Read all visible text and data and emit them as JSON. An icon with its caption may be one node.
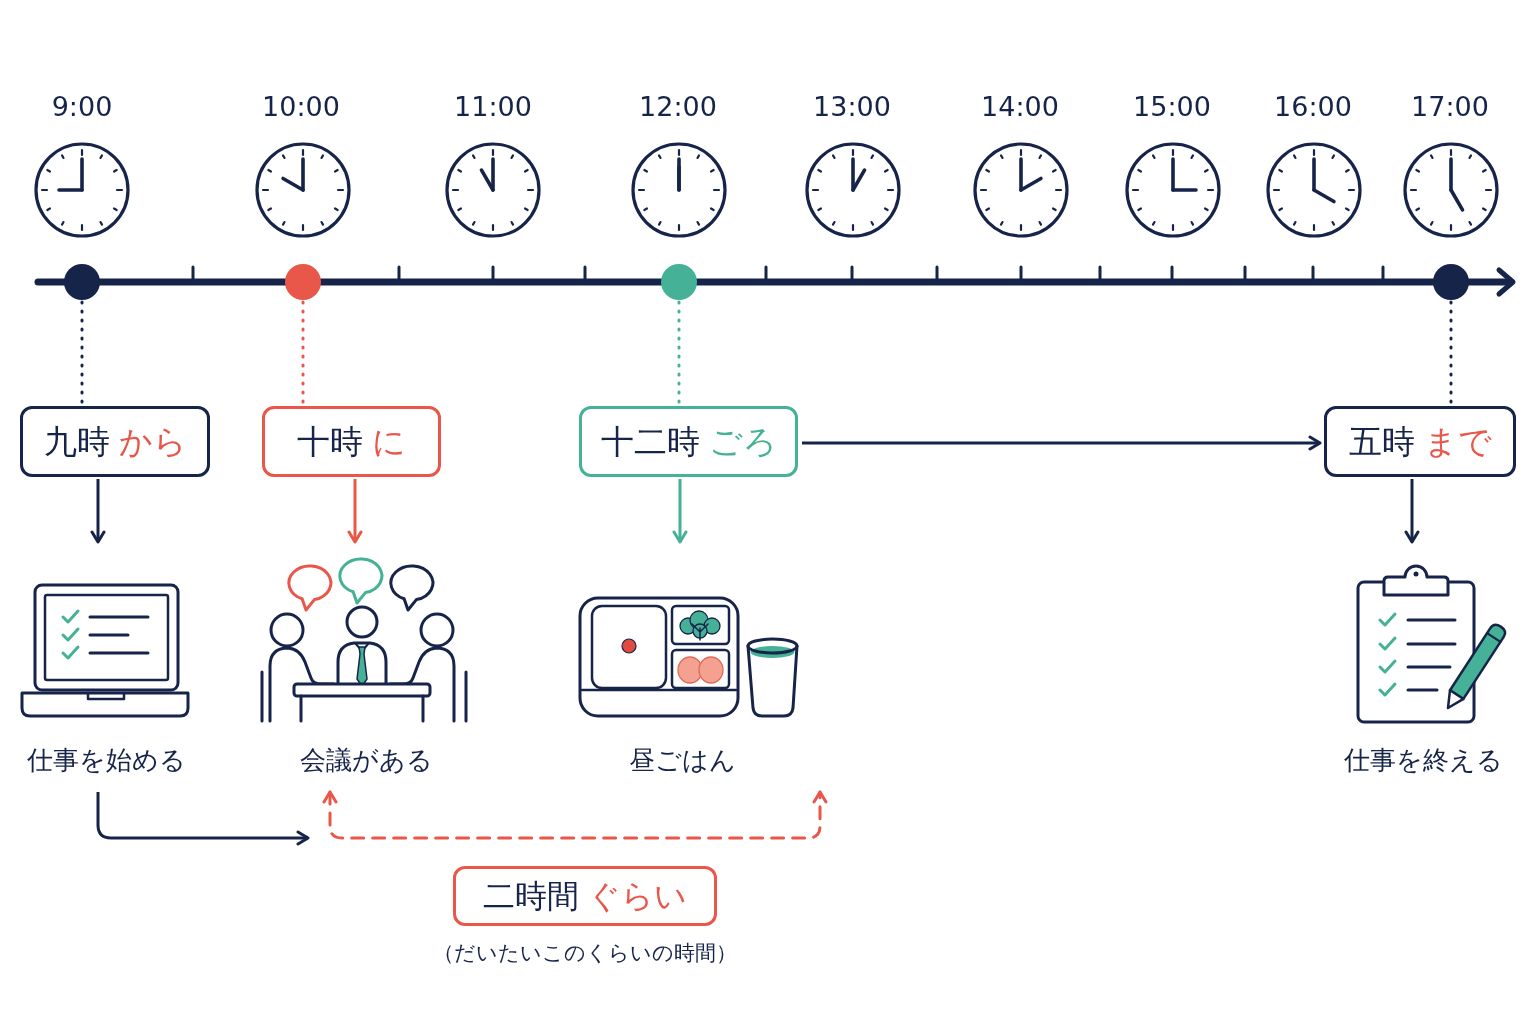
{
  "diagram": {
    "nodes": [
      {
        "text": [],
        "shape": "circle"
      },
      {
        "text": [],
        "shape": "circle"
      },
      {
        "text": [],
        "shape": "circle"
      },
      {
        "text": [],
        "shape": "circle"
      },
      {
        "text": [
          "九時",
          "から"
        ]
      },
      {
        "text": [
          "十時",
          "に"
        ]
      },
      {
        "text": [
          "十二時",
          "ごろ"
        ]
      },
      {
        "text": [
          "五時",
          "まで"
        ]
      },
      {
        "text": [
          "仕事を始める"
        ]
      },
      {
        "text": [
          "会議がある"
        ]
      },
      {
        "text": [
          "昼ごはん"
        ]
      },
      {
        "text": [
          "仕事を終える"
        ]
      },
      {
        "text": [
          "二時間",
          "ぐらい"
        ],
        "beside": [
          "（だいたいこのくらいの時間）"
        ]
      }
    ],
    "edges": [
      {
        "from": 0,
        "to": 4,
        "arrow": "none",
        "style": "dashed"
      },
      {
        "from": 1,
        "to": 5,
        "arrow": "none",
        "style": "dashed",
        "color": "#e8574a"
      },
      {
        "from": 2,
        "to": 6,
        "arrow": "none",
        "style": "dashed",
        "color": "#45b196"
      },
      {
        "from": 3,
        "to": 7,
        "arrow": "none",
        "style": "dashed"
      },
      {
        "from": 4,
        "to": 8,
        "arrow": "to"
      },
      {
        "from": 5,
        "to": 9,
        "arrow": "to",
        "color": "#e8574a"
      },
      {
        "from": 6,
        "to": 10,
        "arrow": "to",
        "color": "#45b196"
      },
      {
        "from": 7,
        "to": 11,
        "arrow": "to"
      },
      {
        "from": 6,
        "to": 7,
        "arrow": "to"
      },
      {
        "from": 8,
        "to": null,
        "arrow": "to"
      },
      {
        "from": 9,
        "to": 10,
        "arrow": "both",
        "style": "dashed",
        "color": "#e8574a"
      }
    ],
    "labels": [
      "9:00",
      "10:00",
      "11:00",
      "12:00",
      "13:00",
      "14:00",
      "15:00",
      "16:00",
      "17:00"
    ]
  }
}
